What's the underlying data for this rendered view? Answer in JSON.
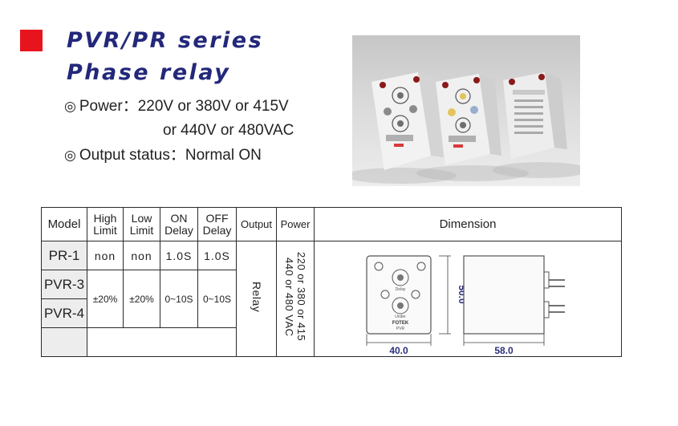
{
  "header": {
    "title_line1": "PVR/PR series",
    "title_line2": "Phase relay"
  },
  "specs": {
    "bullet": "◎",
    "power_label": "Power：",
    "power_value_line1": "220V or 380V or 415V",
    "power_value_line2": "or 440V or 480VAC",
    "output_label": "Output status：",
    "output_value": "Normal ON"
  },
  "product_labels": {
    "brand": "FOTEK",
    "model": "PVR",
    "knob_top_label": "Delay",
    "knob_bottom_label": "Under"
  },
  "table": {
    "headers": {
      "model": "Model",
      "high_limit_1": "High",
      "high_limit_2": "Limit",
      "low_limit_1": "Low",
      "low_limit_2": "Limit",
      "on_delay_1": "ON",
      "on_delay_2": "Delay",
      "off_delay_1": "OFF",
      "off_delay_2": "Delay",
      "output": "Output",
      "power": "Power",
      "dimension": "Dimension"
    },
    "rows": [
      {
        "model": "PR-1",
        "high": "non",
        "low": "non",
        "on_delay": "1.0S",
        "off_delay": "1.0S"
      },
      {
        "model": "PVR-3"
      },
      {
        "model": "PVR-4"
      }
    ],
    "pvr_shared": {
      "high": "±20%",
      "low": "±20%",
      "on_delay": "0~10S",
      "off_delay": "0~10S"
    },
    "output_value": "Relay",
    "power_value_line1": "220 or 380 or 415",
    "power_value_line2": "440 or 480 VAC",
    "dimensions": {
      "width": "40.0",
      "height": "50.0",
      "depth": "58.0"
    }
  },
  "colors": {
    "accent_red": "#e8141d",
    "title_navy": "#23287a",
    "dimension_blue": "#2c2f7a"
  }
}
